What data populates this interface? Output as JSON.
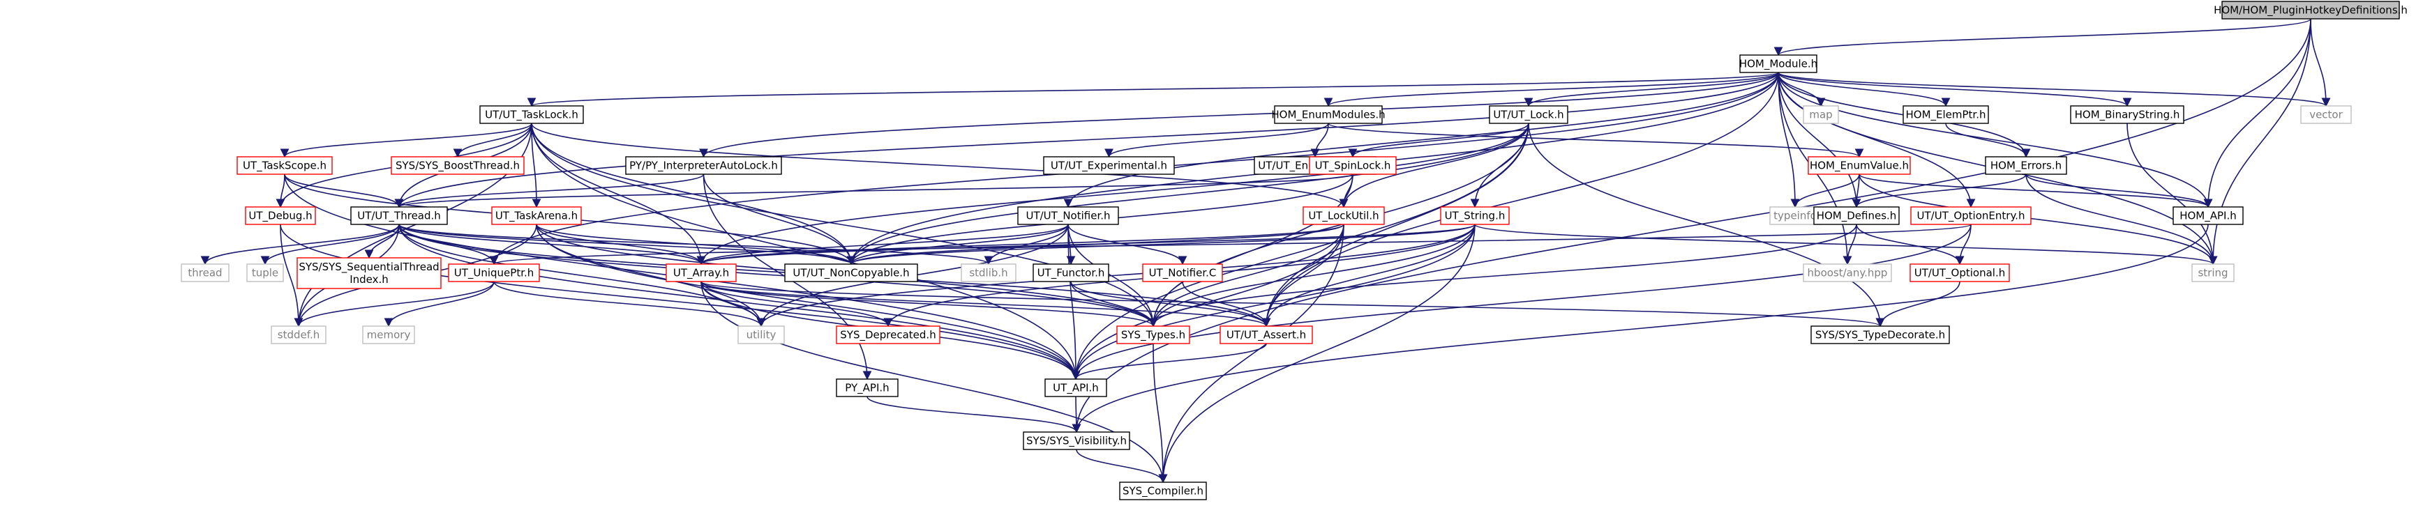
{
  "colors": {
    "edge": "#191970",
    "root_fill": "#bfbfbf",
    "normal_border": "#000000",
    "truncated_border": "#ff0000",
    "external_border": "#bfbfbf",
    "external_text": "#808080",
    "text": "#000000"
  },
  "nodes": [
    {
      "id": "root",
      "label": "HOM/HOM_PluginHotkeyDefinitions.h",
      "kind": "root"
    },
    {
      "id": "hom_module",
      "label": "HOM_Module.h",
      "kind": "normal"
    },
    {
      "id": "vector",
      "label": "vector",
      "kind": "external"
    },
    {
      "id": "ut_tasklock",
      "label": "UT/UT_TaskLock.h",
      "kind": "normal"
    },
    {
      "id": "hom_enummodules",
      "label": "HOM_EnumModules.h",
      "kind": "normal"
    },
    {
      "id": "ut_lock",
      "label": "UT/UT_Lock.h",
      "kind": "normal"
    },
    {
      "id": "map",
      "label": "map",
      "kind": "external"
    },
    {
      "id": "hom_elemptr",
      "label": "HOM_ElemPtr.h",
      "kind": "normal"
    },
    {
      "id": "hom_binarystring",
      "label": "HOM_BinaryString.h",
      "kind": "normal"
    },
    {
      "id": "ut_taskscope",
      "label": "UT_TaskScope.h",
      "kind": "truncated"
    },
    {
      "id": "sys_boostthread",
      "label": "SYS/SYS_BoostThread.h",
      "kind": "truncated"
    },
    {
      "id": "py_interp",
      "label": "PY/PY_InterpreterAutoLock.h",
      "kind": "normal"
    },
    {
      "id": "ut_experimental",
      "label": "UT/UT_Experimental.h",
      "kind": "normal"
    },
    {
      "id": "ut_enummacros",
      "label": "UT/UT_EnumMacros.h",
      "kind": "normal"
    },
    {
      "id": "ut_spinlock",
      "label": "UT_SpinLock.h",
      "kind": "truncated"
    },
    {
      "id": "hom_enumvalue",
      "label": "HOM_EnumValue.h",
      "kind": "truncated"
    },
    {
      "id": "hom_errors",
      "label": "HOM_Errors.h",
      "kind": "normal"
    },
    {
      "id": "ut_notifier",
      "label": "UT/UT_Notifier.h",
      "kind": "normal"
    },
    {
      "id": "ut_debug",
      "label": "UT_Debug.h",
      "kind": "truncated"
    },
    {
      "id": "ut_thread",
      "label": "UT/UT_Thread.h",
      "kind": "normal"
    },
    {
      "id": "ut_taskarena",
      "label": "UT_TaskArena.h",
      "kind": "truncated"
    },
    {
      "id": "ut_lockutil",
      "label": "UT_LockUtil.h",
      "kind": "truncated"
    },
    {
      "id": "ut_string",
      "label": "UT_String.h",
      "kind": "truncated"
    },
    {
      "id": "typeinfo",
      "label": "typeinfo",
      "kind": "external"
    },
    {
      "id": "hom_defines",
      "label": "HOM_Defines.h",
      "kind": "normal"
    },
    {
      "id": "ut_optionentry",
      "label": "UT/UT_OptionEntry.h",
      "kind": "truncated"
    },
    {
      "id": "hom_api",
      "label": "HOM_API.h",
      "kind": "normal"
    },
    {
      "id": "thread",
      "label": "thread",
      "kind": "external"
    },
    {
      "id": "tuple",
      "label": "tuple",
      "kind": "external"
    },
    {
      "id": "sys_seqthread",
      "label": "SYS/SYS_SequentialThread\nIndex.h",
      "kind": "truncated"
    },
    {
      "id": "ut_uniqueptr",
      "label": "UT_UniquePtr.h",
      "kind": "truncated"
    },
    {
      "id": "ut_array",
      "label": "UT_Array.h",
      "kind": "truncated"
    },
    {
      "id": "ut_noncopyable",
      "label": "UT/UT_NonCopyable.h",
      "kind": "normal"
    },
    {
      "id": "stdlib",
      "label": "stdlib.h",
      "kind": "external"
    },
    {
      "id": "ut_functor",
      "label": "UT_Functor.h",
      "kind": "normal"
    },
    {
      "id": "ut_notifier_c",
      "label": "UT_Notifier.C",
      "kind": "truncated"
    },
    {
      "id": "hboost_any",
      "label": "hboost/any.hpp",
      "kind": "external"
    },
    {
      "id": "ut_optional",
      "label": "UT/UT_Optional.h",
      "kind": "truncated"
    },
    {
      "id": "string",
      "label": "string",
      "kind": "external"
    },
    {
      "id": "stddef",
      "label": "stddef.h",
      "kind": "external"
    },
    {
      "id": "memory",
      "label": "memory",
      "kind": "external"
    },
    {
      "id": "utility",
      "label": "utility",
      "kind": "external"
    },
    {
      "id": "sys_deprecated",
      "label": "SYS_Deprecated.h",
      "kind": "truncated"
    },
    {
      "id": "sys_types",
      "label": "SYS_Types.h",
      "kind": "truncated"
    },
    {
      "id": "ut_assert",
      "label": "UT/UT_Assert.h",
      "kind": "truncated"
    },
    {
      "id": "sys_typedecorate",
      "label": "SYS/SYS_TypeDecorate.h",
      "kind": "normal"
    },
    {
      "id": "py_api",
      "label": "PY_API.h",
      "kind": "normal"
    },
    {
      "id": "ut_api",
      "label": "UT_API.h",
      "kind": "normal"
    },
    {
      "id": "sys_visibility",
      "label": "SYS/SYS_Visibility.h",
      "kind": "normal"
    },
    {
      "id": "sys_compiler",
      "label": "SYS_Compiler.h",
      "kind": "normal"
    }
  ],
  "edges": [
    [
      "root",
      "hom_module"
    ],
    [
      "root",
      "vector"
    ],
    [
      "root",
      "hom_api"
    ],
    [
      "root",
      "string"
    ],
    [
      "root",
      "sys_visibility"
    ],
    [
      "hom_module",
      "vector"
    ],
    [
      "hom_module",
      "ut_tasklock"
    ],
    [
      "hom_module",
      "hom_enummodules"
    ],
    [
      "hom_module",
      "ut_lock"
    ],
    [
      "hom_module",
      "map"
    ],
    [
      "hom_module",
      "hom_elemptr"
    ],
    [
      "hom_module",
      "hom_binarystring"
    ],
    [
      "hom_module",
      "hom_errors"
    ],
    [
      "hom_module",
      "hom_api"
    ],
    [
      "hom_module",
      "string"
    ],
    [
      "hom_module",
      "py_interp"
    ],
    [
      "hom_module",
      "ut_notifier"
    ],
    [
      "hom_module",
      "ut_thread"
    ],
    [
      "hom_module",
      "typeinfo"
    ],
    [
      "hom_module",
      "hom_defines"
    ],
    [
      "hom_module",
      "ut_optionentry"
    ],
    [
      "hom_module",
      "hboost_any"
    ],
    [
      "hom_module",
      "ut_noncopyable"
    ],
    [
      "hom_module",
      "ut_uniqueptr"
    ],
    [
      "hom_module",
      "ut_assert"
    ],
    [
      "ut_tasklock",
      "ut_taskscope"
    ],
    [
      "ut_tasklock",
      "sys_boostthread"
    ],
    [
      "ut_tasklock",
      "ut_debug"
    ],
    [
      "ut_tasklock",
      "ut_thread"
    ],
    [
      "ut_tasklock",
      "ut_taskarena"
    ],
    [
      "ut_tasklock",
      "ut_lockutil"
    ],
    [
      "ut_tasklock",
      "ut_array"
    ],
    [
      "ut_tasklock",
      "ut_noncopyable"
    ],
    [
      "ut_tasklock",
      "sys_types"
    ],
    [
      "ut_tasklock",
      "ut_api"
    ],
    [
      "ut_tasklock",
      "stddef"
    ],
    [
      "hom_enummodules",
      "ut_experimental"
    ],
    [
      "hom_enummodules",
      "ut_enummacros"
    ],
    [
      "hom_enummodules",
      "hom_enumvalue"
    ],
    [
      "ut_lock",
      "ut_spinlock"
    ],
    [
      "ut_lock",
      "ut_lockutil"
    ],
    [
      "ut_lock",
      "ut_string"
    ],
    [
      "ut_lock",
      "ut_noncopyable"
    ],
    [
      "ut_lock",
      "ut_api"
    ],
    [
      "ut_lock",
      "sys_types"
    ],
    [
      "ut_lock",
      "ut_assert"
    ],
    [
      "ut_lock",
      "sys_typedecorate"
    ],
    [
      "ut_lock",
      "ut_array"
    ],
    [
      "hom_elemptr",
      "hom_errors"
    ],
    [
      "hom_binarystring",
      "string"
    ],
    [
      "hom_errors",
      "hom_defines"
    ],
    [
      "hom_errors",
      "hom_api"
    ],
    [
      "hom_errors",
      "string"
    ],
    [
      "ut_taskscope",
      "ut_debug"
    ],
    [
      "ut_taskscope",
      "ut_thread"
    ],
    [
      "ut_taskscope",
      "ut_noncopyable"
    ],
    [
      "ut_taskscope",
      "ut_api"
    ],
    [
      "py_interp",
      "ut_thread"
    ],
    [
      "py_interp",
      "ut_noncopyable"
    ],
    [
      "py_interp",
      "py_api"
    ],
    [
      "ut_spinlock",
      "ut_thread"
    ],
    [
      "ut_spinlock",
      "ut_lockutil"
    ],
    [
      "ut_spinlock",
      "ut_noncopyable"
    ],
    [
      "ut_spinlock",
      "sys_types"
    ],
    [
      "hom_enumvalue",
      "typeinfo"
    ],
    [
      "hom_enumvalue",
      "hom_defines"
    ],
    [
      "hom_enumvalue",
      "hom_api"
    ],
    [
      "hom_enumvalue",
      "string"
    ],
    [
      "ut_notifier",
      "ut_array"
    ],
    [
      "ut_notifier",
      "ut_noncopyable"
    ],
    [
      "ut_notifier",
      "ut_functor"
    ],
    [
      "ut_notifier",
      "ut_notifier_c"
    ],
    [
      "ut_notifier",
      "ut_api"
    ],
    [
      "ut_notifier",
      "sys_types"
    ],
    [
      "ut_notifier",
      "utility"
    ],
    [
      "ut_notifier",
      "stdlib"
    ],
    [
      "ut_debug",
      "ut_api"
    ],
    [
      "ut_debug",
      "stddef"
    ],
    [
      "ut_thread",
      "thread"
    ],
    [
      "ut_thread",
      "tuple"
    ],
    [
      "ut_thread",
      "sys_seqthread"
    ],
    [
      "ut_thread",
      "ut_uniqueptr"
    ],
    [
      "ut_thread",
      "ut_array"
    ],
    [
      "ut_thread",
      "ut_noncopyable"
    ],
    [
      "ut_thread",
      "stdlib"
    ],
    [
      "ut_thread",
      "stddef"
    ],
    [
      "ut_thread",
      "utility"
    ],
    [
      "ut_thread",
      "sys_types"
    ],
    [
      "ut_thread",
      "ut_assert"
    ],
    [
      "ut_thread",
      "ut_api"
    ],
    [
      "ut_taskarena",
      "ut_array"
    ],
    [
      "ut_taskarena",
      "ut_noncopyable"
    ],
    [
      "ut_taskarena",
      "utility"
    ],
    [
      "ut_taskarena",
      "sys_types"
    ],
    [
      "ut_taskarena",
      "ut_api"
    ],
    [
      "ut_taskarena",
      "stddef"
    ],
    [
      "ut_lockutil",
      "ut_array"
    ],
    [
      "ut_lockutil",
      "ut_noncopyable"
    ],
    [
      "ut_lockutil",
      "ut_assert"
    ],
    [
      "ut_lockutil",
      "ut_api"
    ],
    [
      "ut_lockutil",
      "sys_types"
    ],
    [
      "ut_lockutil",
      "sys_compiler"
    ],
    [
      "ut_string",
      "ut_array"
    ],
    [
      "ut_string",
      "ut_noncopyable"
    ],
    [
      "ut_string",
      "string"
    ],
    [
      "ut_string",
      "utility"
    ],
    [
      "ut_string",
      "sys_types"
    ],
    [
      "ut_string",
      "ut_assert"
    ],
    [
      "ut_string",
      "ut_api"
    ],
    [
      "ut_string",
      "sys_deprecated"
    ],
    [
      "ut_string",
      "sys_compiler"
    ],
    [
      "hom_defines",
      "hboost_any"
    ],
    [
      "hom_defines",
      "ut_optional"
    ],
    [
      "hom_defines",
      "sys_types"
    ],
    [
      "ut_optionentry",
      "ut_uniqueptr"
    ],
    [
      "ut_optionentry",
      "ut_optional"
    ],
    [
      "ut_optionentry",
      "ut_api"
    ],
    [
      "hom_api",
      "sys_visibility"
    ],
    [
      "ut_uniqueptr",
      "stddef"
    ],
    [
      "ut_uniqueptr",
      "memory"
    ],
    [
      "ut_uniqueptr",
      "utility"
    ],
    [
      "ut_array",
      "utility"
    ],
    [
      "ut_array",
      "sys_deprecated"
    ],
    [
      "ut_array",
      "sys_types"
    ],
    [
      "ut_array",
      "ut_assert"
    ],
    [
      "ut_array",
      "sys_typedecorate"
    ],
    [
      "ut_array",
      "ut_api"
    ],
    [
      "ut_array",
      "sys_compiler"
    ],
    [
      "ut_functor",
      "sys_types"
    ],
    [
      "ut_functor",
      "ut_assert"
    ],
    [
      "ut_notifier_c",
      "ut_assert"
    ],
    [
      "ut_optional",
      "sys_typedecorate"
    ],
    [
      "sys_types",
      "sys_compiler"
    ],
    [
      "ut_assert",
      "ut_api"
    ],
    [
      "py_api",
      "sys_visibility"
    ],
    [
      "ut_api",
      "sys_visibility"
    ],
    [
      "sys_visibility",
      "sys_compiler"
    ]
  ]
}
